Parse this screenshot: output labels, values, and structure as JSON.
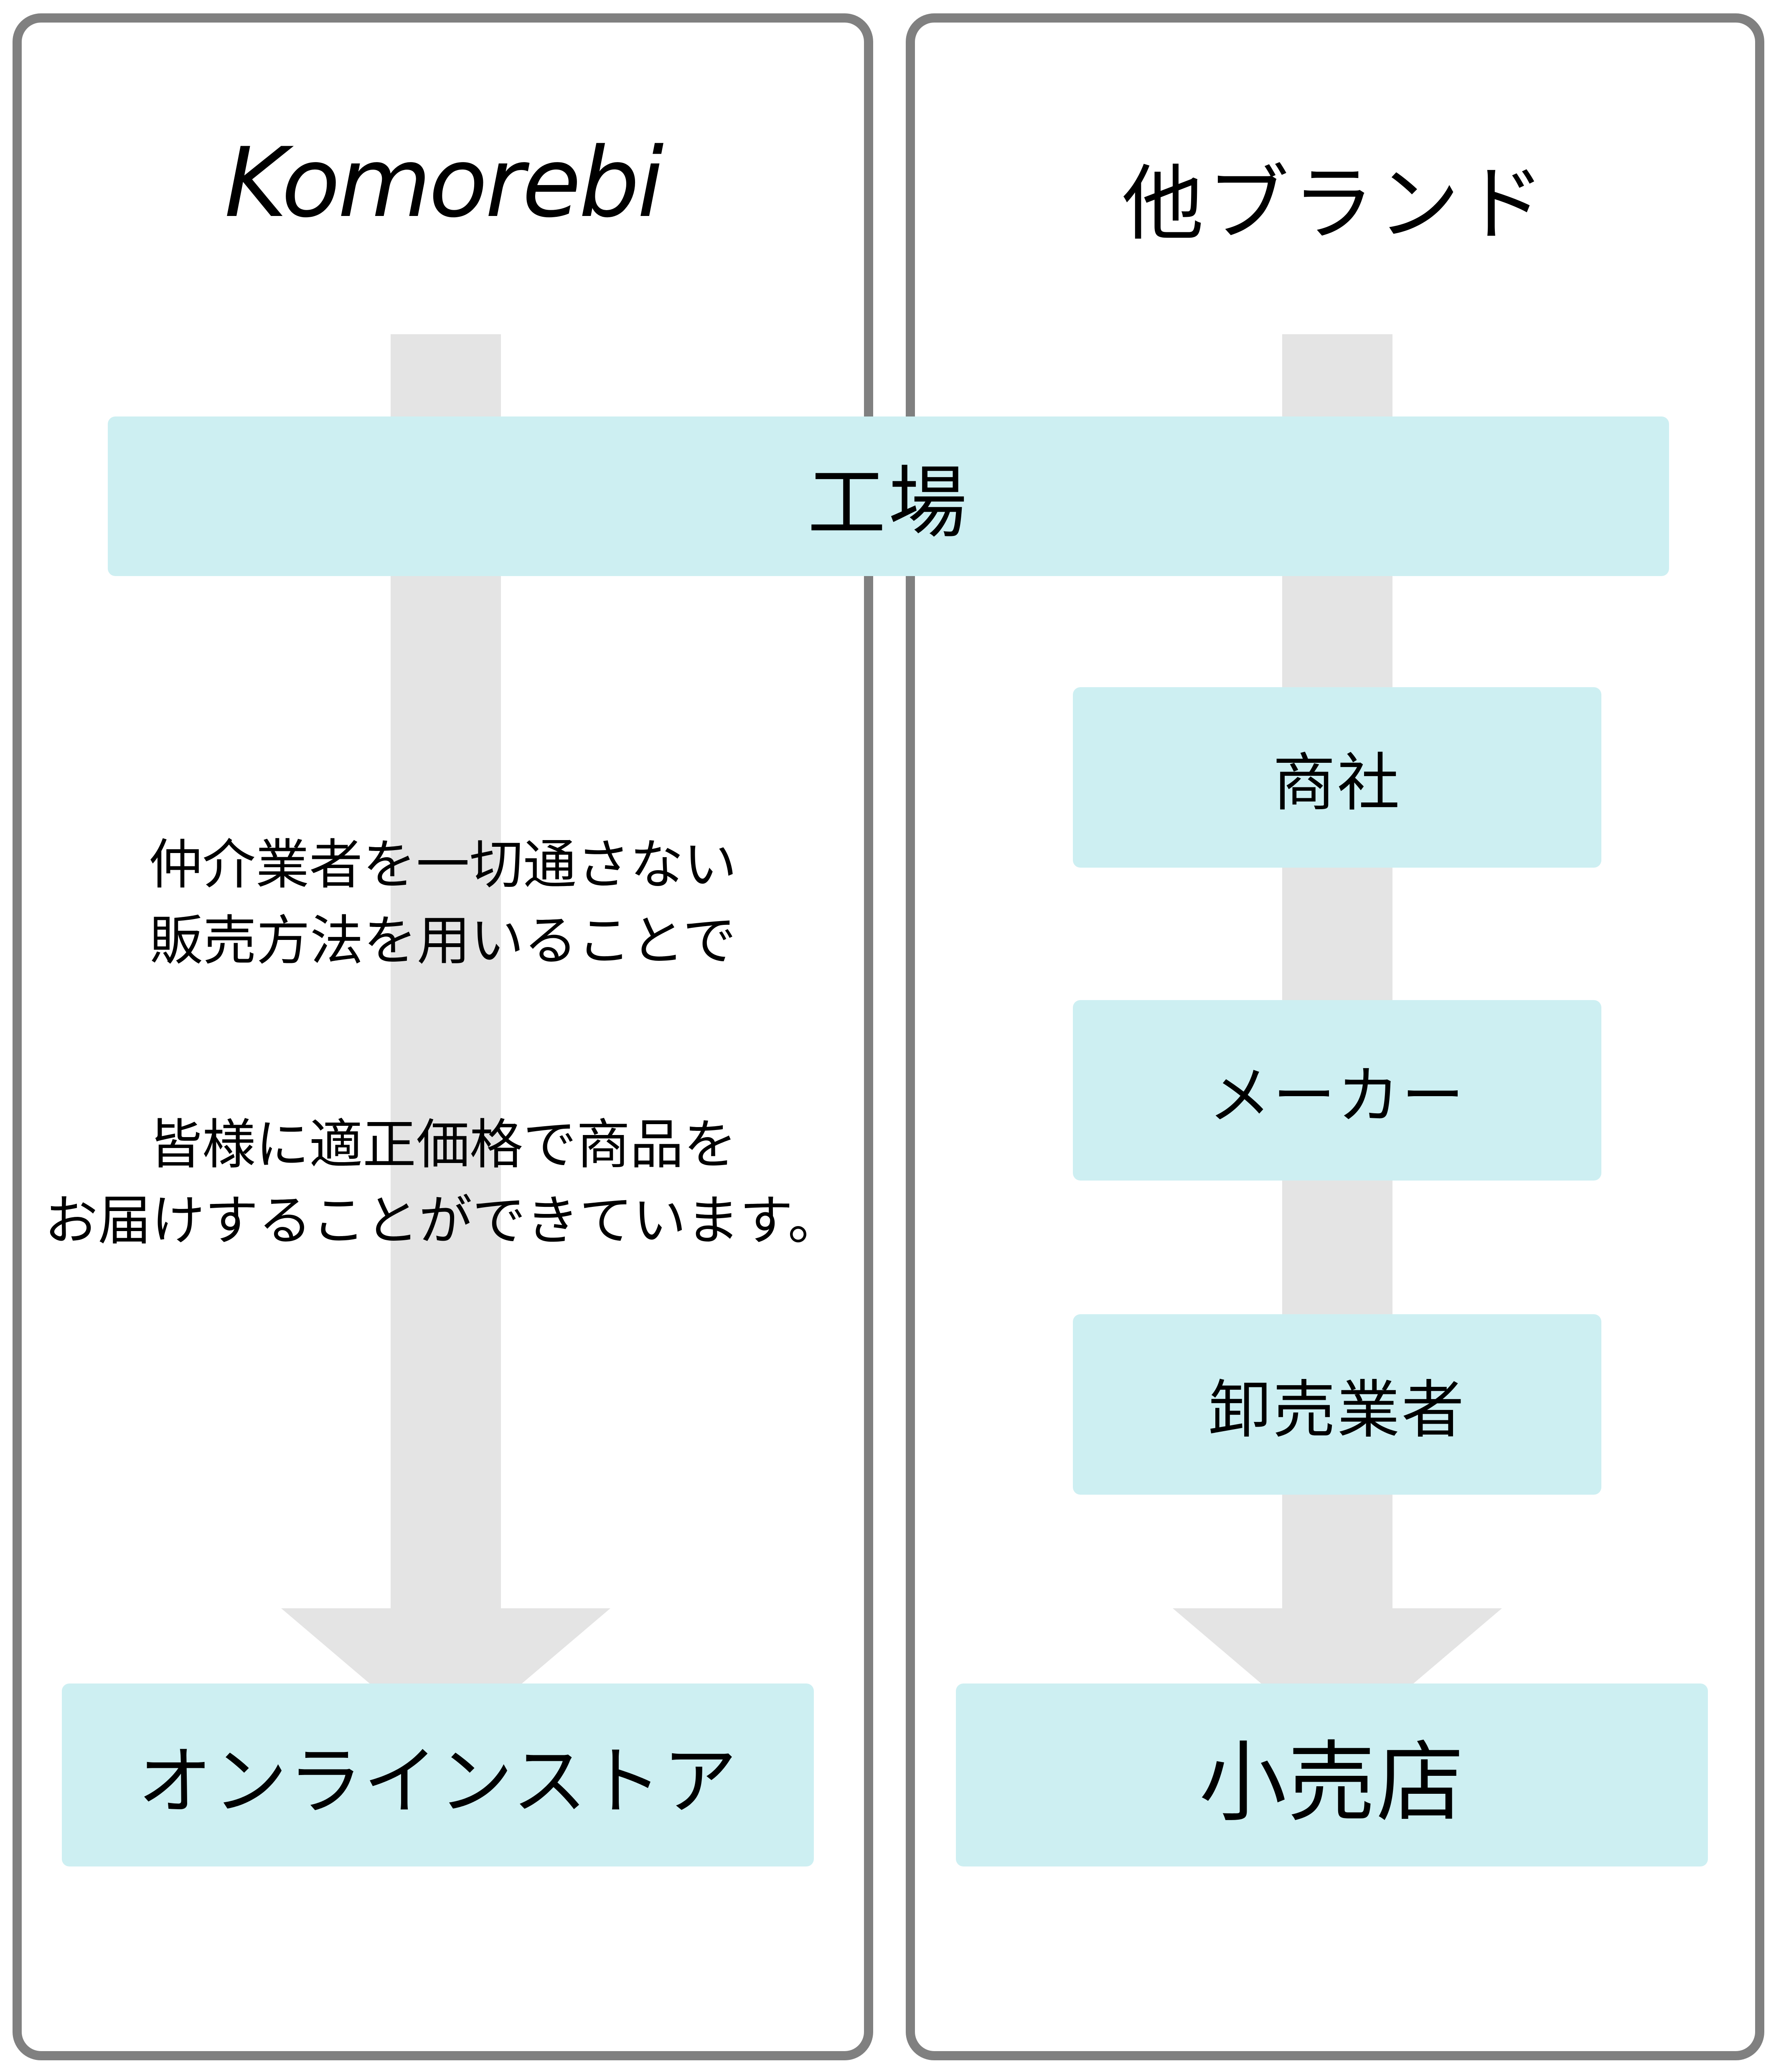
{
  "colors": {
    "node_fill": "#cdeff2",
    "arrow_fill": "#e4e4e4",
    "panel_border": "#808080",
    "text": "#000000",
    "background": "#ffffff"
  },
  "panels": {
    "left": {
      "title": "Komorebi",
      "flow": [
        {
          "label": "工場"
        },
        {
          "label": "オンラインストア"
        }
      ],
      "description": [
        "仲介業者を一切通さない\n販売方法を用いることで",
        "皆様に適正価格で商品を\nお届けすることができています。"
      ]
    },
    "right": {
      "title": "他ブランド",
      "flow": [
        {
          "label": "工場"
        },
        {
          "label": "商社"
        },
        {
          "label": "メーカー"
        },
        {
          "label": "卸売業者"
        },
        {
          "label": "小売店"
        }
      ]
    }
  },
  "shared": {
    "factory_label": "工場"
  }
}
